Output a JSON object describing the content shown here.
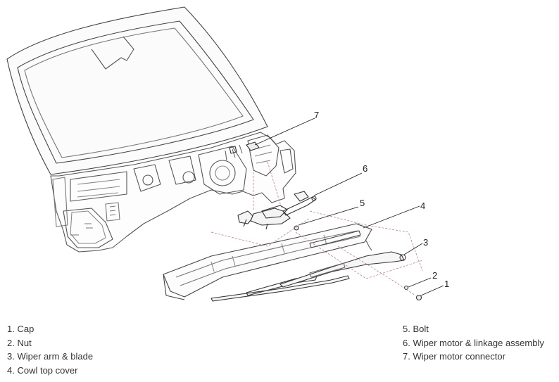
{
  "callouts": [
    "1",
    "2",
    "3",
    "4",
    "5",
    "6",
    "7"
  ],
  "legend_left": [
    "1. Cap",
    "2. Nut",
    "3. Wiper arm & blade",
    "4. Cowl top cover"
  ],
  "legend_right": [
    "5. Bolt",
    "6. Wiper motor & linkage assembly",
    "7. Wiper motor connector"
  ]
}
